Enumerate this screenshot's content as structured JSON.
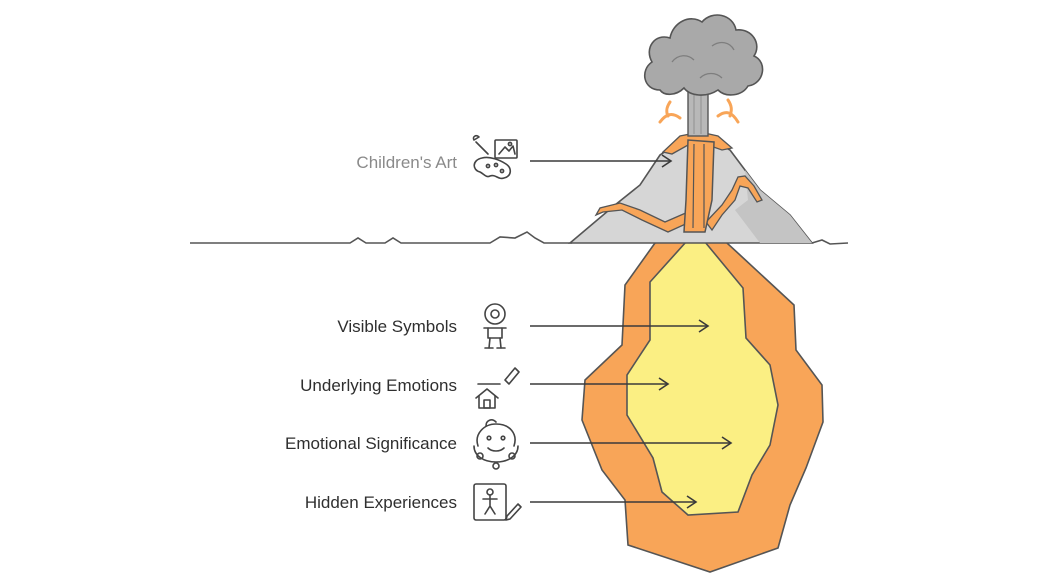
{
  "diagram": {
    "labels": {
      "top": "Children's Art",
      "l1": "Visible Symbols",
      "l2": "Underlying Emotions",
      "l3": "Emotional Significance",
      "l4": "Hidden Experiences"
    },
    "icons": {
      "top": "art-palette-icon",
      "l1": "child-figure-icon",
      "l2": "house-drawing-icon",
      "l3": "emotional-face-icon",
      "l4": "stick-figure-drawing-icon"
    },
    "colors": {
      "outer_magma": "#f8a558",
      "inner_magma": "#fbef83",
      "mountain": "#d6d6d6",
      "smoke": "#a9a9a9"
    }
  }
}
